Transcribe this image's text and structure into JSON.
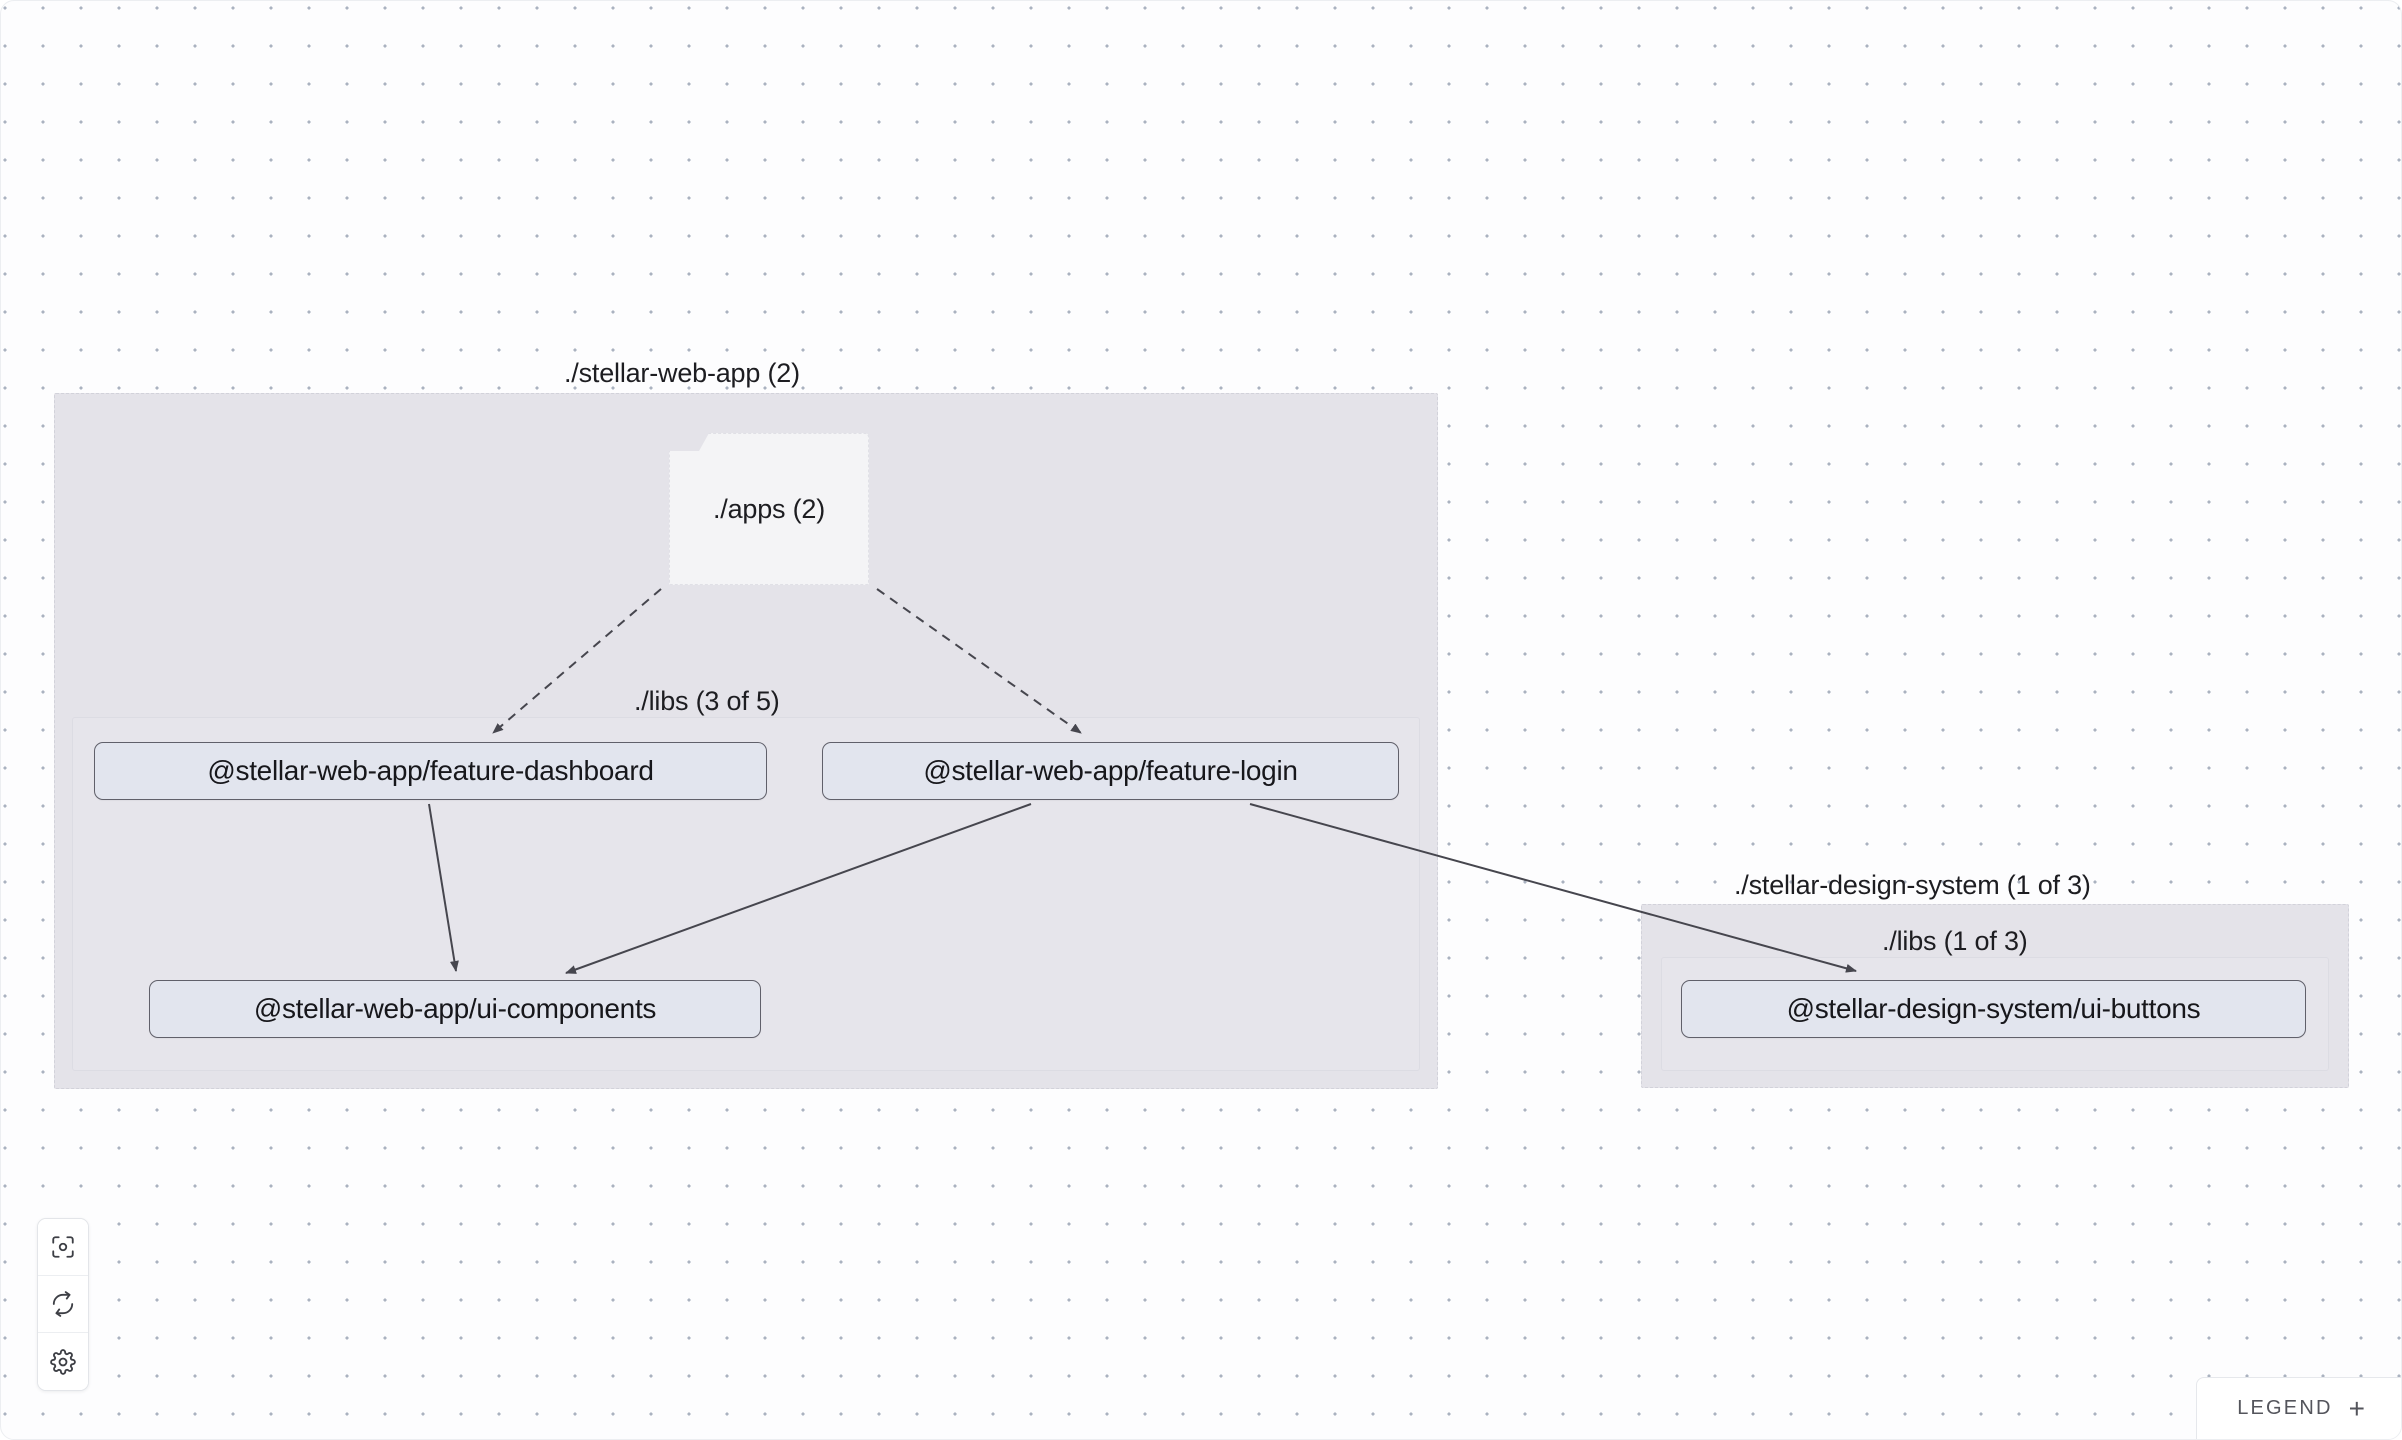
{
  "canvas": {
    "background_color": "#fdfdfe",
    "dot_color": "#aab2c0"
  },
  "graph": {
    "projects": [
      {
        "id": "stellar-web-app",
        "label": "./stellar-web-app (2)",
        "directories": [
          {
            "id": "apps",
            "label": "./apps (2)",
            "kind": "folder-node"
          },
          {
            "id": "libs",
            "label": "./libs (3 of 5)",
            "kind": "container"
          }
        ],
        "nodes": [
          {
            "id": "feature-dashboard",
            "label": "@stellar-web-app/feature-dashboard"
          },
          {
            "id": "feature-login",
            "label": "@stellar-web-app/feature-login"
          },
          {
            "id": "ui-components",
            "label": "@stellar-web-app/ui-components"
          }
        ]
      },
      {
        "id": "stellar-design-system",
        "label": "./stellar-design-system (1 of 3)",
        "directories": [
          {
            "id": "ds-libs",
            "label": "./libs (1 of 3)",
            "kind": "container"
          }
        ],
        "nodes": [
          {
            "id": "ui-buttons",
            "label": "@stellar-design-system/ui-buttons"
          }
        ]
      }
    ],
    "edges": [
      {
        "from": "apps",
        "to": "feature-dashboard",
        "style": "dashed"
      },
      {
        "from": "apps",
        "to": "feature-login",
        "style": "dashed"
      },
      {
        "from": "feature-dashboard",
        "to": "ui-components",
        "style": "solid"
      },
      {
        "from": "feature-login",
        "to": "ui-components",
        "style": "solid"
      },
      {
        "from": "feature-login",
        "to": "ui-buttons",
        "style": "solid"
      }
    ]
  },
  "toolbar": {
    "buttons": [
      {
        "id": "focus",
        "icon": "focus-target-icon",
        "title": "Focus graph"
      },
      {
        "id": "refresh",
        "icon": "refresh-icon",
        "title": "Refresh"
      },
      {
        "id": "settings",
        "icon": "gear-icon",
        "title": "Settings"
      }
    ]
  },
  "legend": {
    "label": "LEGEND",
    "expand_glyph": "+"
  }
}
